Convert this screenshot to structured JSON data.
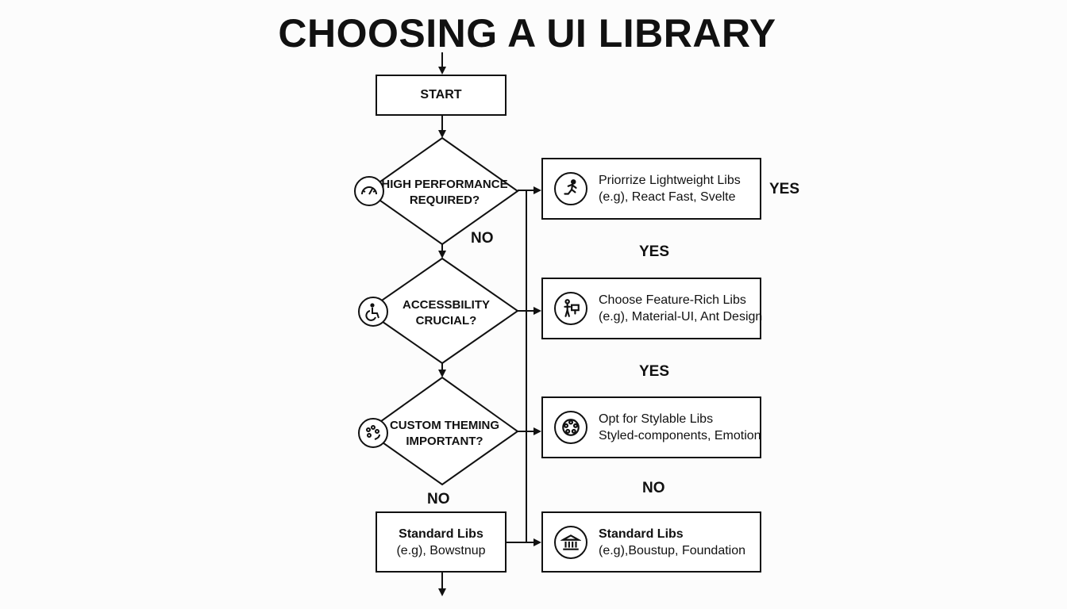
{
  "title": "CHOOSING A UI LIBRARY",
  "start": "START",
  "decisions": [
    {
      "line1": "HIGH PERFORMANCE",
      "line2": "REQUIRED?",
      "icon": "speedometer-icon"
    },
    {
      "line1": "ACCESSBILITY",
      "line2": "CRUCIAL?",
      "icon": "wheelchair-icon"
    },
    {
      "line1": "CUSTOM THEMING",
      "line2": "IMPORTANT?",
      "icon": "palette-icon"
    }
  ],
  "outcomes": [
    {
      "line1": "Priorrize Lightweight Libs",
      "line2": "(e.g), React Fast, Svelte",
      "icon": "runner-icon"
    },
    {
      "line1": "Choose Feature-Rich Libs",
      "line2": "(e.g), Material-UI, Ant Design",
      "icon": "person-desk-icon"
    },
    {
      "line1": "Opt for Stylable Libs",
      "line2": "Styled-components, Emotion",
      "icon": "color-wheel-icon"
    },
    {
      "line1": "Standard Libs",
      "line2": "(e.g),Boustup, Foundation",
      "icon": "bank-icon"
    }
  ],
  "standard_left": {
    "line1": "Standard Libs",
    "line2": "(e.g), Bowstnup"
  },
  "labels": {
    "yes_1": "YES",
    "no_1": "NO",
    "yes_2": "YES",
    "yes_3": "YES",
    "no_3": "NO",
    "no_right": "NO"
  }
}
